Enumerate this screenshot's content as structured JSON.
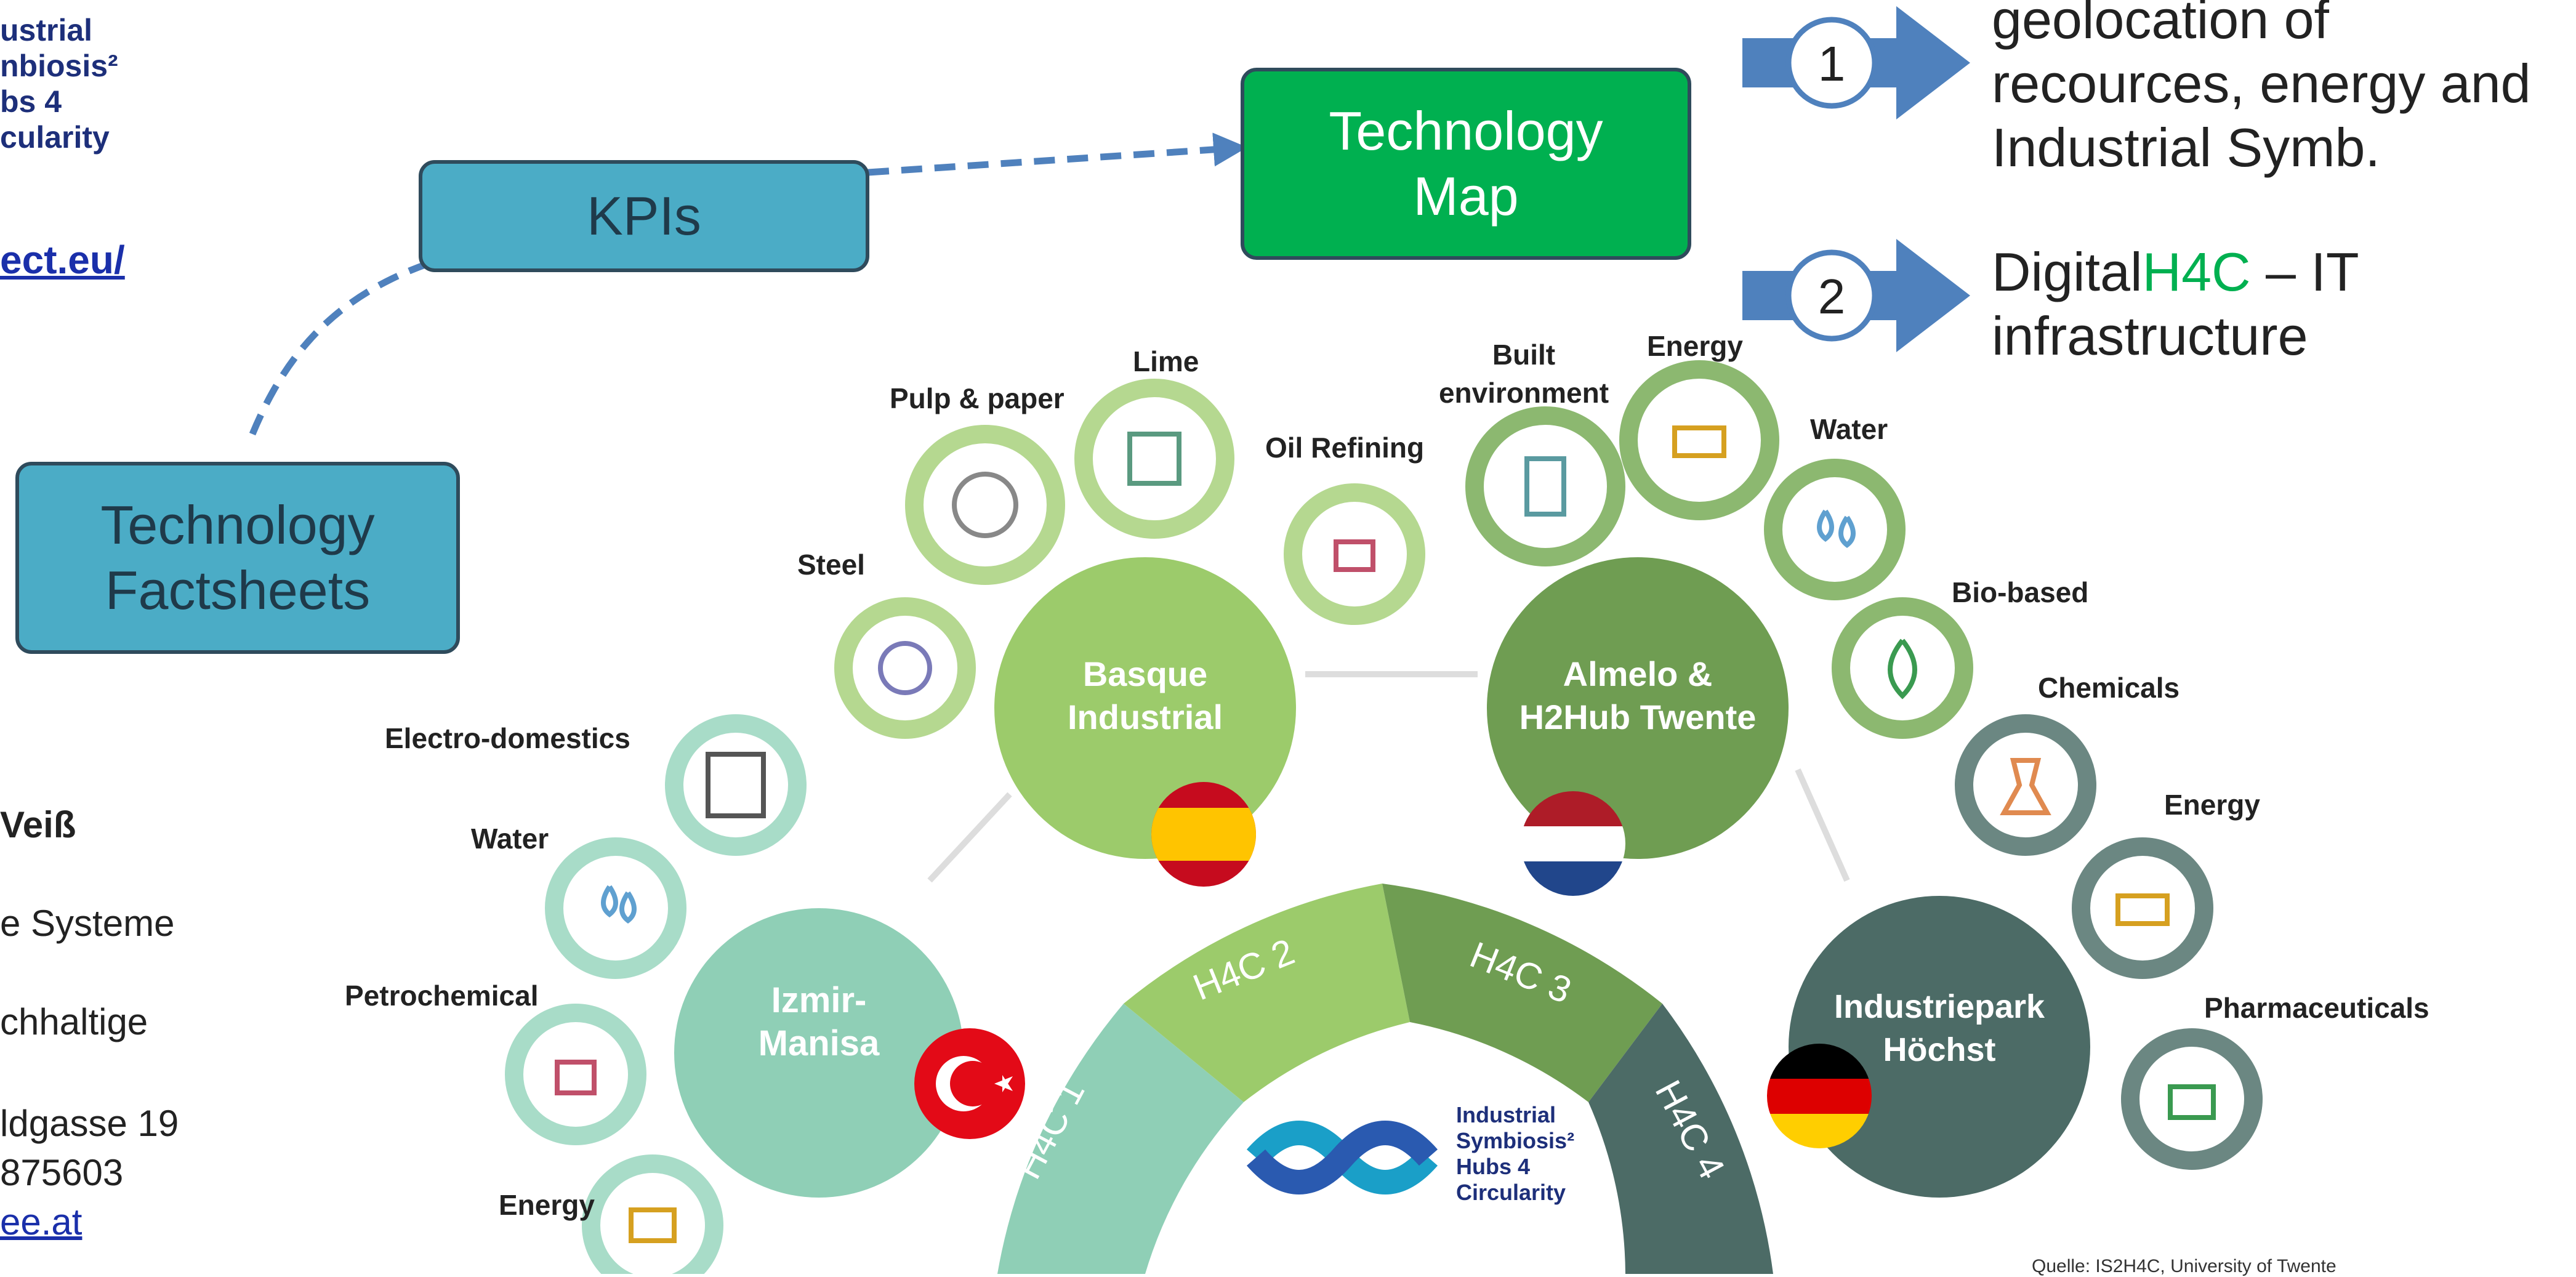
{
  "logo": {
    "lines": [
      "ustrial",
      "nbiosis²",
      "bs 4",
      "cularity"
    ]
  },
  "website_fragment": "ect.eu/",
  "contact": {
    "name_fragment": "Veiß",
    "line1": "e Systeme",
    "line2": "chhaltige",
    "line3": "ldgasse 19",
    "line4": "875603",
    "email_fragment": "ee.at"
  },
  "boxes": {
    "kpis": "KPIs",
    "tech_map_line1": "Technology",
    "tech_map_line2": "Map",
    "factsheets_line1": "Technology",
    "factsheets_line2": "Factsheets"
  },
  "steps": [
    {
      "number": "1",
      "text_lines": [
        "geolocation of",
        "recources, energy and",
        "Industrial Symb."
      ]
    },
    {
      "number": "2",
      "text_prefix": "Digital",
      "text_highlight": "H4C",
      "text_suffix": " – IT",
      "text_line2": "infrastructure"
    }
  ],
  "hubs": [
    {
      "name_line1": "Izmir-",
      "name_line2": "Manisa",
      "color": "#8fcfb6"
    },
    {
      "name_line1": "Basque",
      "name_line2": "Industrial",
      "color": "#9ccb6b"
    },
    {
      "name_line1": "Almelo &",
      "name_line2": "H2Hub Twente",
      "color": "#6f9d52"
    },
    {
      "name_line1": "Industriepark",
      "name_line2": "Höchst",
      "color": "#4c6b66"
    }
  ],
  "sectors": [
    "Electro-domestics",
    "Water",
    "Petrochemical",
    "Energy",
    "Steel",
    "Pulp & paper",
    "Lime",
    "Oil Refining",
    "Built environment",
    "Energy",
    "Water",
    "Bio-based",
    "Chemicals",
    "Energy",
    "Pharmaceuticals"
  ],
  "arc_segments": [
    "H4C 1",
    "H4C 2",
    "H4C 3",
    "H4C 4"
  ],
  "center_logo": {
    "lines": [
      "Industrial",
      "Symbiosis²",
      "Hubs 4",
      "Circularity"
    ]
  },
  "source": "Quelle: IS2H4C, University of Twente",
  "colors": {
    "teal_box": "#4bacc6",
    "green_box": "#00b050",
    "arrow_blue": "#4f81bd",
    "accent_green": "#00b050"
  }
}
